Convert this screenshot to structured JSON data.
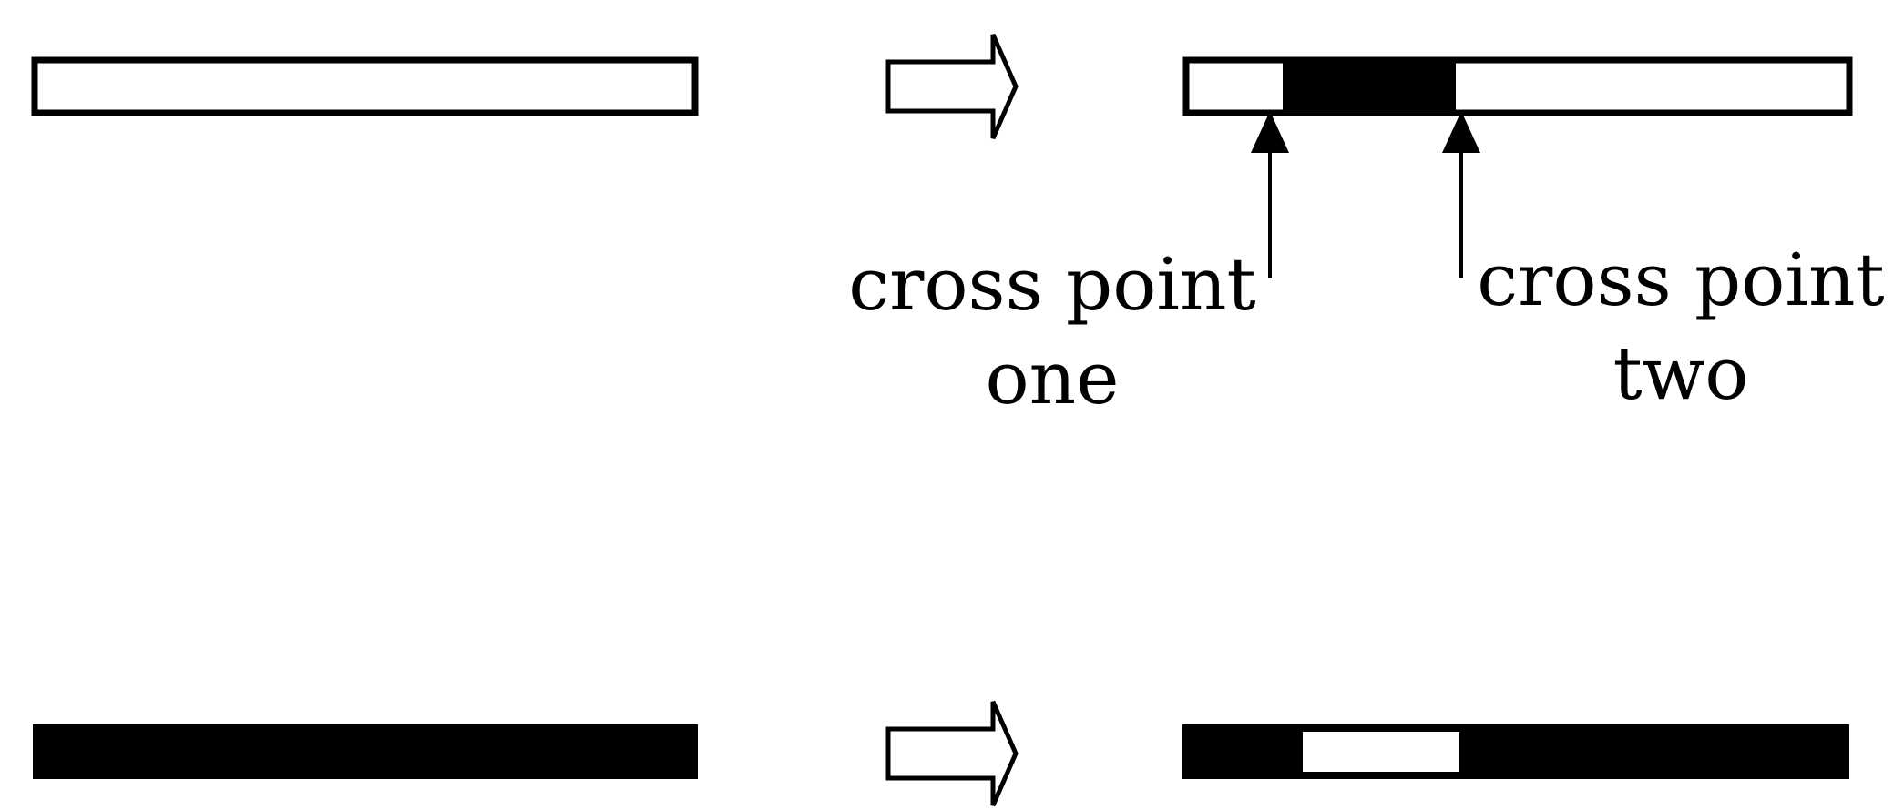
{
  "labels": {
    "cross_point_one": {
      "line1": "cross point",
      "line2": "one"
    },
    "cross_point_two": {
      "line1": "cross point",
      "line2": "two"
    }
  },
  "colors": {
    "stroke": "#000000",
    "fill_white": "#ffffff",
    "fill_black": "#000000"
  }
}
